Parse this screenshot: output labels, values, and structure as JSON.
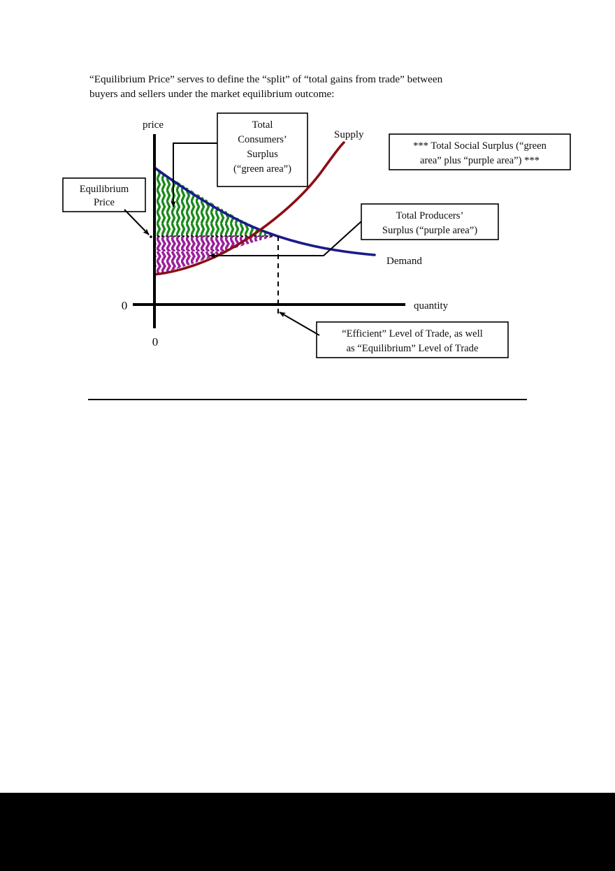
{
  "document": {
    "intro_line1": "“Equilibrium Price” serves to define the “split” of “total gains from trade” between",
    "intro_line2": "buyers and sellers under the market equilibrium outcome:"
  },
  "chart_data": {
    "type": "line",
    "title": "",
    "xlabel": "quantity",
    "ylabel": "price",
    "grid": false,
    "legend_position": "inline-curve-labels",
    "origin_label": "0",
    "axes": {
      "x_axis_label": "quantity",
      "y_axis_label": "price",
      "x_zero_tick": "0",
      "y_zero_tick": "0"
    },
    "series": [
      {
        "name": "Demand",
        "label": "Demand",
        "color": "#1a1a8c",
        "shape": "downward-sloping convex curve",
        "points": [
          [
            0,
            0.93
          ],
          [
            0.1,
            0.78
          ],
          [
            0.22,
            0.66
          ],
          [
            0.36,
            0.56
          ],
          [
            0.52,
            0.48
          ],
          [
            0.68,
            0.43
          ],
          [
            0.84,
            0.4
          ],
          [
            1.0,
            0.385
          ]
        ]
      },
      {
        "name": "Supply",
        "label": "Supply",
        "color": "#8b0f17",
        "shape": "upward-sloping convex curve",
        "points": [
          [
            0,
            0.12
          ],
          [
            0.14,
            0.155
          ],
          [
            0.3,
            0.23
          ],
          [
            0.46,
            0.34
          ],
          [
            0.6,
            0.47
          ],
          [
            0.72,
            0.62
          ],
          [
            0.82,
            0.8
          ],
          [
            0.88,
            0.95
          ]
        ]
      }
    ],
    "equilibrium": {
      "label": "Equilibrium Price",
      "price_level_note": "horizontal price line at equilibrium",
      "quantity_note": "dashed vertical line at equilibrium quantity"
    },
    "regions": [
      {
        "name": "Total Consumers' Surplus",
        "fill_label": "green area",
        "color": "#1a8a1a",
        "hatch": "zigzag",
        "bounded_by": [
          "demand curve",
          "equilibrium price line",
          "price axis"
        ]
      },
      {
        "name": "Total Producers' Surplus",
        "fill_label": "purple area",
        "color": "#9b1f9b",
        "hatch": "zigzag",
        "bounded_by": [
          "supply curve",
          "equilibrium price line",
          "price axis"
        ]
      }
    ],
    "annotations": [
      {
        "id": "consumers-surplus",
        "lines": [
          "Total",
          "Consumers’",
          "Surplus",
          "(“green area”)"
        ],
        "points_to": "green area"
      },
      {
        "id": "total-social-surplus",
        "lines": [
          "*** Total Social Surplus (“green",
          "area” plus “purple area”) ***"
        ],
        "points_to": "both regions"
      },
      {
        "id": "producers-surplus",
        "lines": [
          "Total Producers’",
          "Surplus (“purple area”)"
        ],
        "points_to": "purple area"
      },
      {
        "id": "equilibrium-price",
        "lines": [
          "Equilibrium",
          "Price"
        ],
        "points_to": "equilibrium price level on price axis"
      },
      {
        "id": "efficient-level-of-trade",
        "lines": [
          "“Efficient” Level of Trade, as well",
          "as “Equilibrium” Level of Trade"
        ],
        "points_to": "equilibrium quantity on quantity axis"
      },
      {
        "id": "supply-label",
        "lines": [
          "Supply"
        ],
        "points_to": "supply curve"
      },
      {
        "id": "demand-label",
        "lines": [
          "Demand"
        ],
        "points_to": "demand curve"
      }
    ],
    "colors": {
      "demand": "#1a1a8c",
      "supply": "#8b0f17",
      "consumer_surplus": "#1a8a1a",
      "producer_surplus": "#9b1f9b",
      "axis": "#000000"
    }
  }
}
